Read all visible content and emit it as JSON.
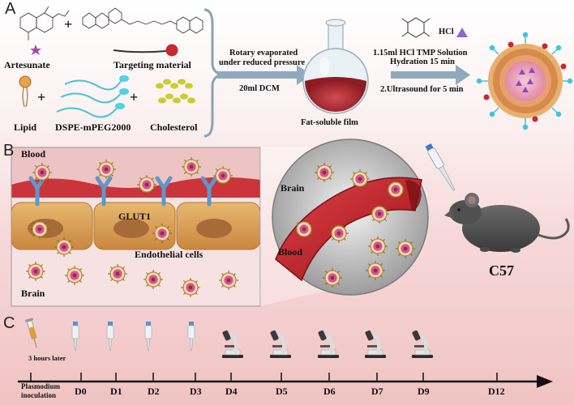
{
  "panels": {
    "a": "A",
    "b": "B",
    "c": "C"
  },
  "panel_a": {
    "artesunate": "Artesunate",
    "targeting_material": "Targeting material",
    "lipid": "Lipid",
    "dspe": "DSPE-mPEG2000",
    "cholesterol": "Cholesterol",
    "plus": "+",
    "step1_line1": "Rotary evaporated",
    "step1_line2": "under reduced pressure",
    "step1_solvent": "20ml DCM",
    "film": "Fat-soluble film",
    "hcl": "HCl",
    "step2_line1": "1.15ml HCl TMP Solution",
    "step2_line2": "Hydration 15 min",
    "step2_line3": "2.Ultrasound for 5 min"
  },
  "panel_b": {
    "blood": "Blood",
    "glut1": "GLUT1",
    "endothelial": "Endothelial cells",
    "brain": "Brain",
    "circle_brain": "Brain",
    "circle_blood": "Blood",
    "mouse": "C57"
  },
  "panel_c": {
    "note": "3 hours later",
    "start_line1": "Plasmodium",
    "start_line2": "inoculation",
    "days": [
      "D0",
      "D1",
      "D2",
      "D3",
      "D4",
      "D5",
      "D6",
      "D7",
      "D9",
      "D12"
    ]
  },
  "colors": {
    "blood_red": "#c4262c",
    "cell_tan": "#d9a25a",
    "receptor_blue": "#5f97c8",
    "gold_shell": "#c9a35a"
  }
}
